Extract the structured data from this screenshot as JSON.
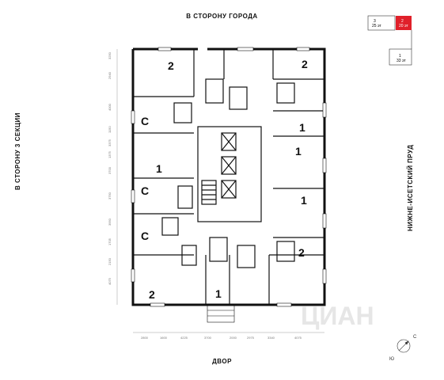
{
  "directions": {
    "top": "В СТОРОНУ ГОРОДА",
    "bottom": "ДВОР",
    "left": "В СТОРОНУ 3 СЕКЦИИ",
    "right": "НИЖНЕ-ИСЕТСКИЙ ПРУД"
  },
  "section_map": {
    "sections": [
      {
        "number": "3",
        "floors": "25 эт",
        "active": false
      },
      {
        "number": "2",
        "floors": "20 эт",
        "active": true
      },
      {
        "number": "1",
        "floors": "33 эт",
        "active": false
      }
    ],
    "active_color": "#e0202a"
  },
  "apartments": [
    "2",
    "2",
    "С",
    "1",
    "1",
    "1",
    "С",
    "1",
    "С",
    "2",
    "2",
    "1"
  ],
  "dimensions_left": [
    "3250",
    "2940",
    "4000",
    "1150",
    "3375",
    "1375",
    "3700",
    "3750",
    "3950",
    "1705",
    "2150",
    "4075"
  ],
  "dimensions_bottom": [
    "2800",
    "1600",
    "4225",
    "3700",
    "2000",
    "2975",
    "3340",
    "4075"
  ],
  "compass": {
    "south": "С",
    "north": "Ю"
  },
  "watermark": "ЦИАН",
  "colors": {
    "wall": "#111111",
    "accent": "#e0202a"
  }
}
